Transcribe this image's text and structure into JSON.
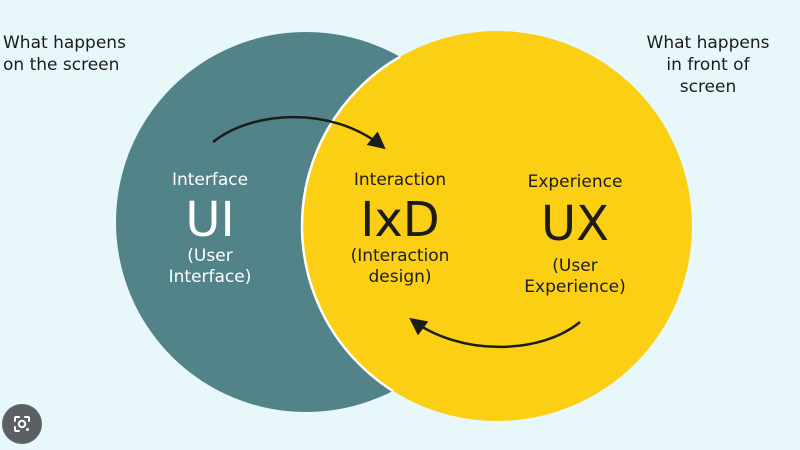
{
  "notes": {
    "left": "What happens\non the screen",
    "right": "What happens\nin front of\nscreen"
  },
  "ui": {
    "heading": "Interface",
    "abbr": "UI",
    "full": "(User\nInterface)"
  },
  "ixd": {
    "heading": "Interaction",
    "abbr": "IxD",
    "full": "(Interaction\ndesign)"
  },
  "ux": {
    "heading": "Experience",
    "abbr": "UX",
    "full": "(User\nExperience)"
  },
  "colors": {
    "background": "#e7f7fa",
    "teal": "#528388",
    "yellow": "#fbcf14",
    "overlap_outline": "#ffffff",
    "arrow": "#1c1c1c"
  },
  "icons": {
    "lens": "lens-icon"
  }
}
